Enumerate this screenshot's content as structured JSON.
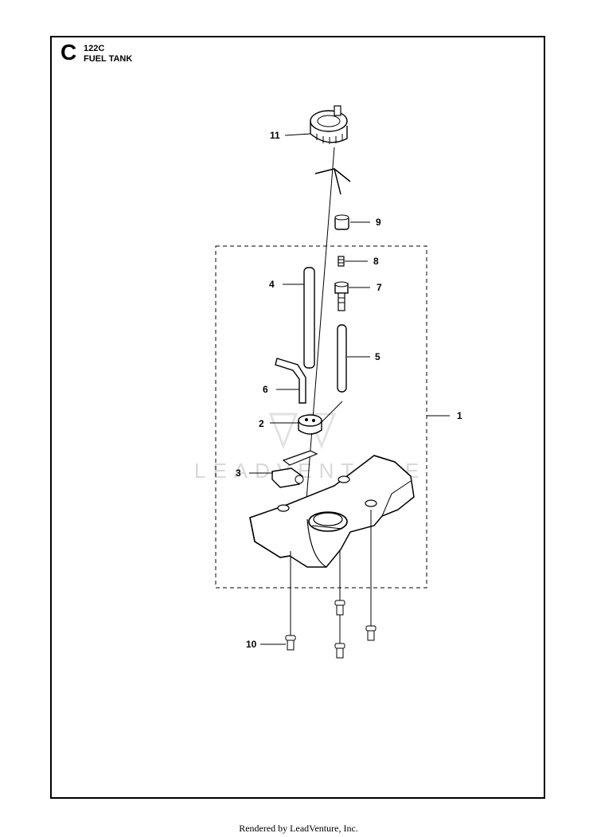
{
  "header": {
    "section_letter": "C",
    "model": "122C",
    "title": "FUEL TANK"
  },
  "callouts": {
    "c1": "1",
    "c2": "2",
    "c3": "3",
    "c4": "4",
    "c5": "5",
    "c6": "6",
    "c7": "7",
    "c8": "8",
    "c9": "9",
    "c10": "10",
    "c11": "11"
  },
  "watermark": "LEADVENTURE",
  "footer": "Rendered by LeadVenture, Inc."
}
